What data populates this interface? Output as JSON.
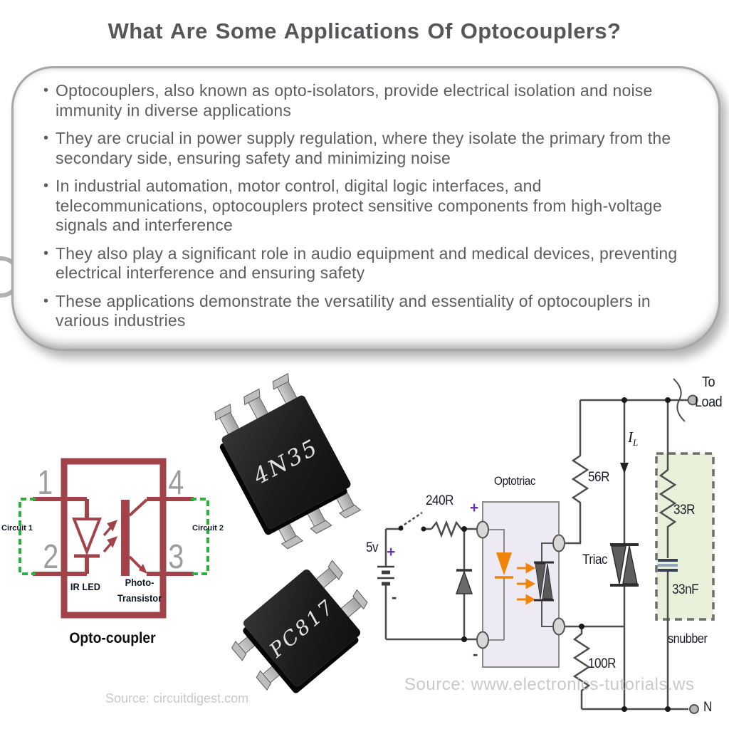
{
  "title": "What Are Some Applications Of Optocouplers?",
  "bullets": [
    "Optocouplers, also known as opto-isolators, provide electrical isolation and noise immunity in diverse applications",
    "They are crucial in power supply regulation, where they isolate the primary from the secondary side, ensuring safety and minimizing noise",
    "In industrial automation, motor control, digital logic interfaces, and telecommunications, optocouplers protect sensitive components from high-voltage signals and interference",
    "They also play a significant role in audio equipment and medical devices, preventing electrical interference and ensuring safety",
    "These applications demonstrate the versatility and essentiality of optocouplers in various industries"
  ],
  "opto_panel": {
    "pin1": "1",
    "pin2": "2",
    "pin3": "3",
    "pin4": "4",
    "circuit1": "Circuit 1",
    "circuit2": "Circuit 2",
    "ir_led": "IR LED",
    "photo1": "Photo-",
    "photo2": "Transistor",
    "caption": "Opto-coupler",
    "source": "Source: circuitdigest.com"
  },
  "chips": {
    "chip1": "4N35",
    "chip2": "PC817"
  },
  "triac_panel": {
    "to": "To",
    "load": "Load",
    "r_top": "56R",
    "i": "I",
    "i_sub": "L",
    "optotriac": "Optotriac",
    "r_in": "240R",
    "supply": "5v",
    "plus": "+",
    "minus": "-",
    "triac": "Triac",
    "r_snub": "33R",
    "c_snub": "33nF",
    "snubber": "snubber",
    "r_gate": "100R",
    "neutral": "N",
    "source": "Source: www.electronics-tutorials.ws"
  },
  "colors": {
    "maroon": "#a2434a",
    "green": "#2bb23c",
    "led_orange": "#ef8409",
    "optotriac_fill": "#edeaf3",
    "snubber_fill": "#e9f0da",
    "title_gray": "#57575a",
    "body_gray": "#5d5d5d",
    "watermark_gray": "#c9c9c9"
  }
}
